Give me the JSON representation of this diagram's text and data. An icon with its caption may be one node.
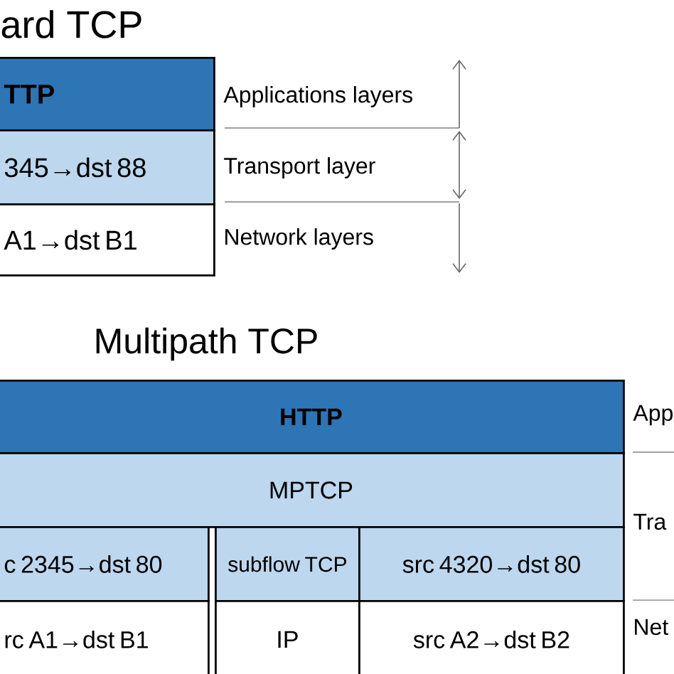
{
  "diagram": {
    "nodes": [
      {
        "text": [
          "TTP"
        ]
      },
      {
        "text": [
          "345→dst 88"
        ]
      },
      {
        "text": [
          "A1→dst B1"
        ]
      },
      {
        "text": [
          "HTTP"
        ]
      },
      {
        "text": [
          "MPTCP"
        ]
      },
      {
        "text": [
          "c 2345→dst 80"
        ]
      },
      {
        "text": [
          "subflow TCP"
        ]
      },
      {
        "text": [
          "src 4320→dst 80"
        ]
      },
      {
        "text": [
          "rc A1→dst B1"
        ]
      },
      {
        "text": [
          "IP"
        ]
      },
      {
        "text": [
          "src A2→dst B2"
        ]
      }
    ],
    "labels": [
      "ard TCP",
      "Applications layers",
      "Transport layer",
      "Network layers",
      "Multipath TCP",
      "App",
      "Tra",
      "Net"
    ]
  }
}
